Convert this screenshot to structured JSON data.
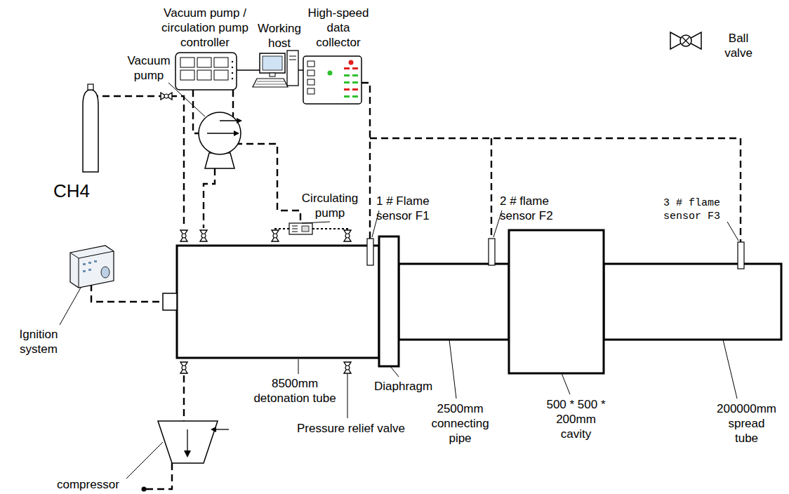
{
  "diagram": {
    "labels": [
      "Vacuum pump / circulation pump controller",
      "Working host",
      "High-speed data collector",
      "Ball valve",
      "Vacuum pump",
      "CH4",
      "Circulating pump",
      "1 # Flame sensor F1",
      "2 # flame sensor F2",
      "3 # flame sensor F3",
      "Ignition system",
      "8500mm detonation tube",
      "Diaphragm",
      "2500mm connecting pipe",
      "500 * 500 * 200mm cavity",
      "200000mm spread tube",
      "compressor",
      "Pressure relief valve"
    ]
  }
}
